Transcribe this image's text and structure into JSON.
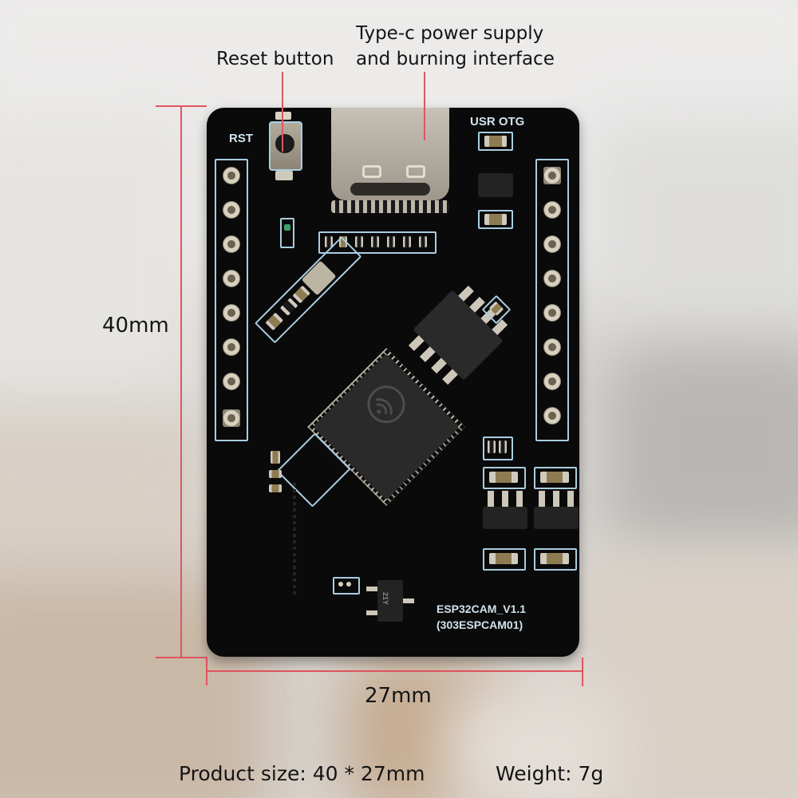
{
  "annotations": {
    "reset_button": "Reset button",
    "usb_c_line1": "Type-c power supply",
    "usb_c_line2": "and burning interface"
  },
  "dimensions": {
    "height": "40mm",
    "width": "27mm"
  },
  "board": {
    "rst_label": "RST",
    "otg_label": "USR OTG",
    "model": "ESP32CAM_V1.1",
    "part_number": "(303ESPCAM01)",
    "transistor_marking": "21Y",
    "left_header_pins": 8,
    "right_header_pins": 8
  },
  "footer": {
    "product_size": "Product size: 40 * 27mm",
    "weight": "Weight: 7g"
  },
  "colors": {
    "dimension_line": "#e05560",
    "pcb": "#0b0a0a",
    "silkscreen": "#cfe3ee"
  }
}
